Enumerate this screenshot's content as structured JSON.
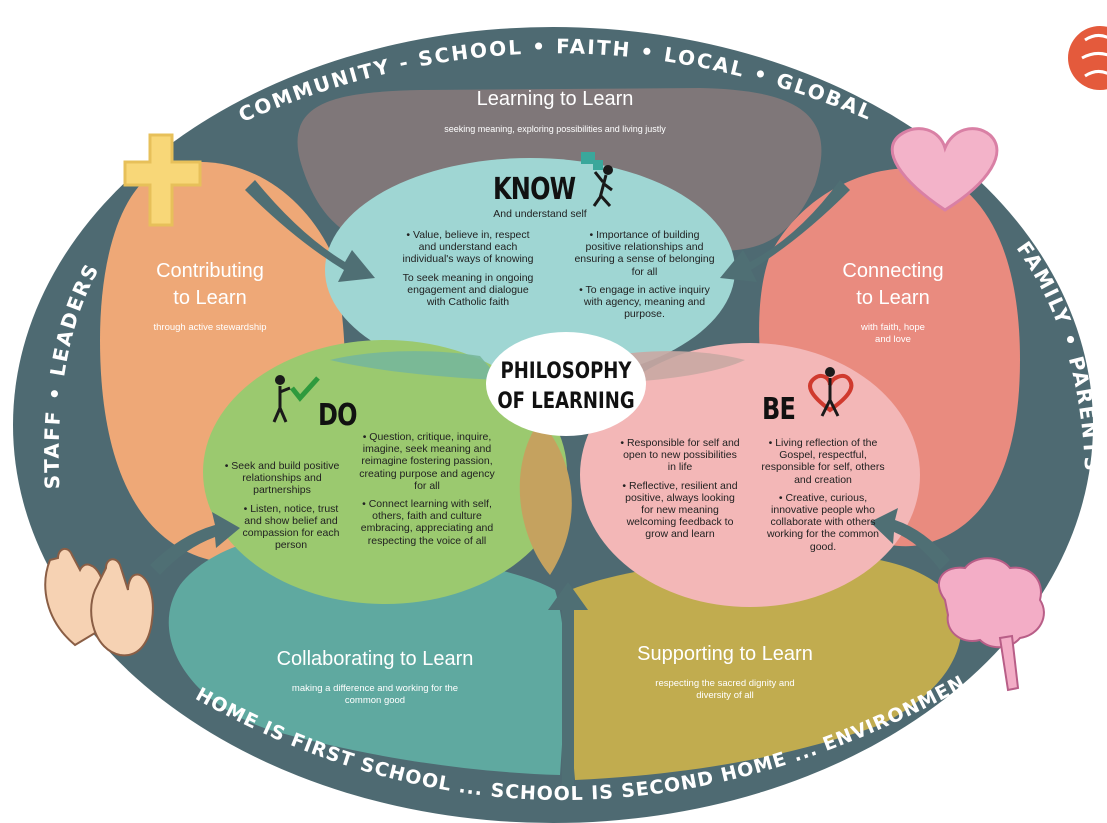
{
  "ring_top": [
    "COMMUNITY",
    "-",
    "SCHOOL",
    "•",
    "FAITH",
    "•",
    "LOCAL",
    "•",
    "GLOBAL"
  ],
  "ring_left": [
    "STAFF",
    "•",
    "LEADERS"
  ],
  "ring_right": [
    "FAMILY",
    "•",
    "PARENTS"
  ],
  "ring_bottom": "HOME IS FIRST SCHOOL ... SCHOOL IS SECOND HOME ... ENVIRONMENT IS THIRD TEACHER",
  "petals": {
    "top": {
      "title": "Learning to Learn",
      "subtitle": "seeking meaning, exploring possibilities and living justly",
      "color": "#7f7779"
    },
    "left": {
      "title_lines": [
        "Contributing",
        "to Learn"
      ],
      "subtitle": "through active stewardship",
      "color": "#eea877"
    },
    "right": {
      "title_lines": [
        "Connecting",
        "to Learn"
      ],
      "subtitle_lines": [
        "with faith, hope",
        "and love"
      ],
      "color": "#e98b7f"
    },
    "bottom_left": {
      "title": "Collaborating to Learn",
      "subtitle_lines": [
        "making a difference and working for the",
        "common good"
      ],
      "color": "#5fa9a0"
    },
    "bottom_right": {
      "title": "Supporting to Learn",
      "subtitle_lines": [
        "respecting the sacred dignity and",
        "diversity of all"
      ],
      "color": "#c1ac4f"
    }
  },
  "center": {
    "line1": "PHILOSOPHY",
    "line2": "OF LEARNING"
  },
  "know": {
    "heading": "KNOW",
    "subheading": "And understand self",
    "color": "#9fd6d3",
    "col1": [
      "Value, believe in, respect and understand each individual's ways of knowing",
      "To seek meaning in ongoing engagement and dialogue with Catholic faith"
    ],
    "col2": [
      "Importance of building positive relationships and ensuring a sense of belonging for all",
      "To engage in active inquiry with agency, meaning and purpose."
    ]
  },
  "do": {
    "heading": "DO",
    "color": "#9bc96f",
    "col1": [
      "Seek and build positive relationships and partnerships",
      "Listen, notice, trust and show belief and compassion for each person"
    ],
    "col2": [
      "Question, critique, inquire, imagine, seek meaning and reimagine fostering passion, creating purpose and agency for all",
      "Connect learning with self, others, faith and culture embracing, appreciating and respecting the voice of all"
    ]
  },
  "be": {
    "heading": "BE",
    "color": "#f3b7b7",
    "col1": [
      "Responsible for self and open to new possibilities in life",
      "Reflective, resilient and positive, always looking for new meaning welcoming feedback to grow and learn"
    ],
    "col2": [
      "Living reflection of the Gospel, respectful, responsible for self, others and creation",
      "Creative, curious, innovative people who collaborate with others working for the common good."
    ]
  },
  "colors": {
    "ring": "#4e6a72",
    "arrow": "#4f6f74",
    "overlap": "#c5a25f"
  },
  "icons": [
    "cross-icon",
    "heart-icon",
    "hands-icon",
    "brain-icon",
    "puzzle-figure-icon",
    "checkmark-figure-icon",
    "heart-figure-icon",
    "logo-icon"
  ]
}
